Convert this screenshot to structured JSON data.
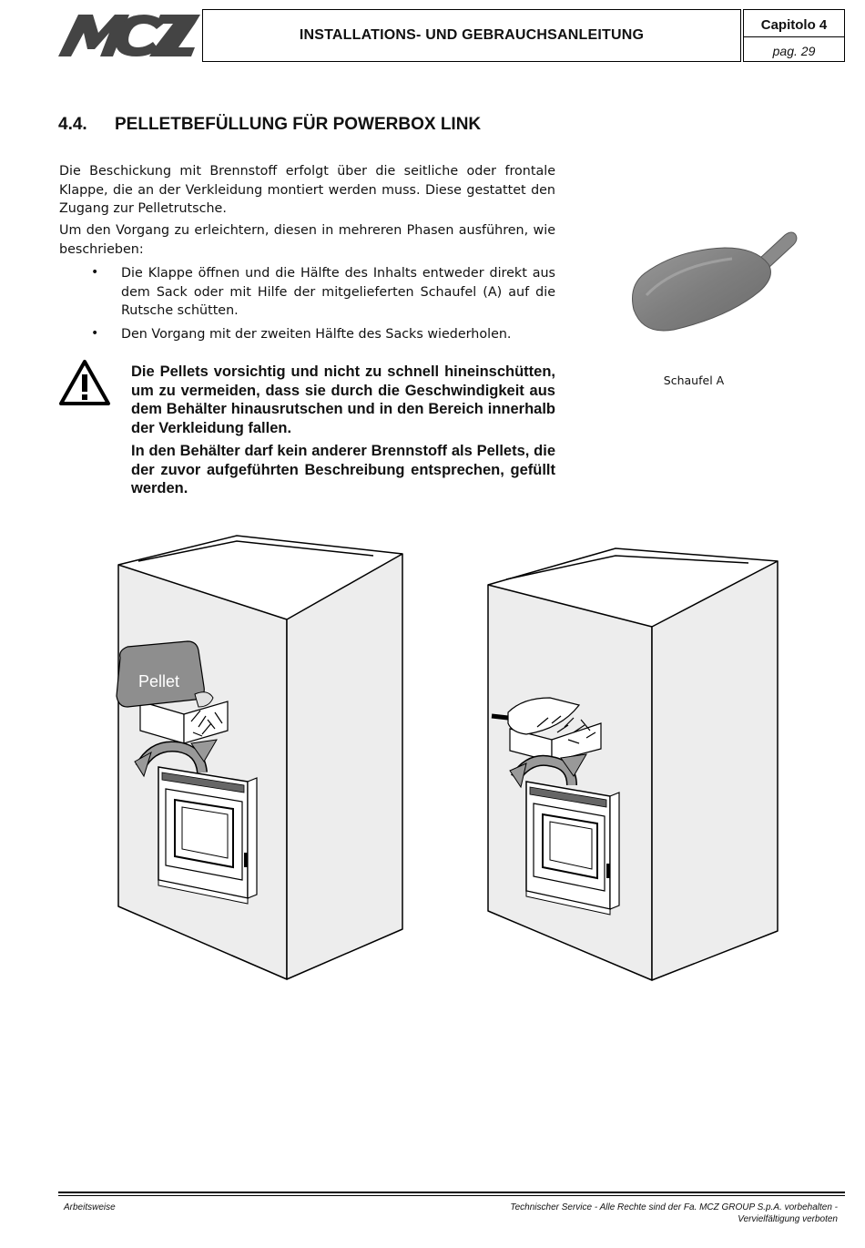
{
  "header": {
    "brand": "MCZ",
    "title": "INSTALLATIONS- UND GEBRAUCHSANLEITUNG",
    "chapter": "Capitolo 4",
    "page": "pag. 29"
  },
  "section": {
    "number": "4.4.",
    "title": "PELLETBEFÜLLUNG FÜR POWERBOX LINK"
  },
  "body": {
    "intro_1": "Die Beschickung mit Brennstoff erfolgt über die seitliche oder frontale Klappe, die an der Verkleidung montiert werden muss. Diese gestattet den Zugang zur Pelletrutsche.",
    "intro_2": "Um den Vorgang zu erleichtern, diesen in mehreren Phasen ausführen, wie beschrieben:",
    "bullets": [
      "Die Klappe öffnen und  die Hälfte des Inhalts entweder direkt aus dem Sack oder mit Hilfe der mitgelieferten Schaufel (A) auf die Rutsche schütten.",
      "Den Vorgang mit der zweiten Hälfte des Sacks wiederholen."
    ],
    "bullet_symbol": "•"
  },
  "warning": {
    "icon": "warning-triangle-icon",
    "text_1": "Die Pellets vorsichtig und nicht zu schnell hineinschütten, um zu vermeiden, dass sie durch die Geschwindigkeit aus dem Behälter hinausrutschen und in den Bereich innerhalb der Verkleidung fallen.",
    "text_2": "In den Behälter darf kein anderer Brennstoff als Pellets, die der zuvor aufgeführten Beschreibung entsprechen, gefüllt werden."
  },
  "scoop": {
    "caption": "Schaufel A"
  },
  "figures": {
    "bag_label": "Pellet"
  },
  "footer": {
    "left": "Arbeitsweise",
    "right_1": "Technischer Service - Alle Rechte sind der Fa. MCZ GROUP S.p.A. vorbehalten -",
    "right_2": "Vervielfältigung verboten"
  }
}
